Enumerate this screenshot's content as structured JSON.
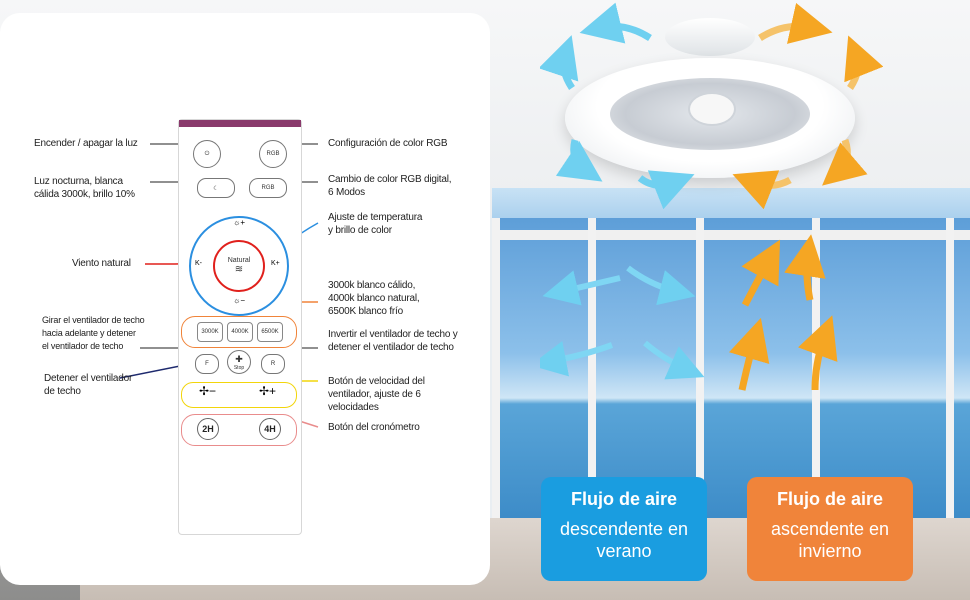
{
  "remote": {
    "buttons": {
      "rgb": "RGB",
      "rgb_mode": "RGB",
      "natural": "Natural",
      "k_minus": "K-",
      "k_plus": "K+",
      "k3000": "3000K",
      "k4000": "4000K",
      "k6500": "6500K",
      "forward": "F",
      "reverse": "R",
      "stop": "Stop",
      "timer2": "2H",
      "timer4": "4H"
    },
    "accent_colors": {
      "blue": "#2b8fe0",
      "red": "#e0201c",
      "orange": "#f0843a",
      "navy": "#1e2a6e",
      "yellow": "#f2d50b",
      "pink": "#e98c8c"
    }
  },
  "labels": {
    "encender": "Encender / apagar la luz",
    "luz_nocturna": [
      "Luz nocturna, blanca",
      "cálida 3000k, brillo 10%"
    ],
    "viento": "Viento natural",
    "girar": [
      "Girar el ventilador de techo",
      "hacia adelante y detener",
      "el ventilador de techo"
    ],
    "detener": [
      "Detener el ventilador",
      "de techo"
    ],
    "config_rgb": "Configuración de color RGB",
    "cambio_rgb": [
      "Cambio de color RGB digital,",
      " 6 Modos"
    ],
    "ajuste_temp": [
      "Ajuste de temperatura",
      "y brillo de color"
    ],
    "tonos": [
      "3000k blanco cálido,",
      "4000k blanco natural,",
      "6500K blanco frío"
    ],
    "invertir": [
      "Invertir el ventilador de techo y",
      "detener el ventilador de techo"
    ],
    "velocidad": [
      "Botón de velocidad del",
      "ventilador, ajuste de 6",
      "velocidades"
    ],
    "cronometro": "Botón del cronómetro"
  },
  "tags": {
    "summer": {
      "title": "Flujo de aire",
      "line1": "descendente en",
      "line2": "verano",
      "color": "#1a9de0"
    },
    "winter": {
      "title": "Flujo de aire",
      "line1": "ascendente en",
      "line2": "invierno",
      "color": "#f0843a"
    }
  }
}
